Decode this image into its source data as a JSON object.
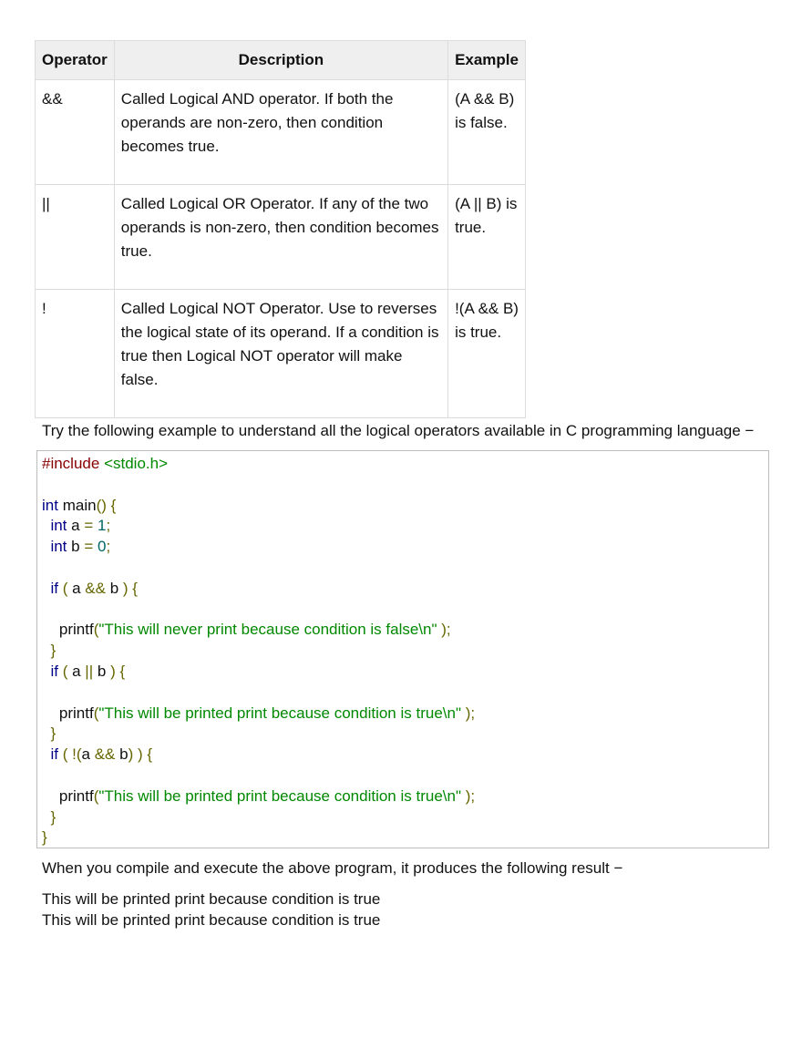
{
  "table": {
    "headers": [
      "Operator",
      "Description",
      "Example"
    ],
    "rows": [
      {
        "operator": "&&",
        "description": "Called Logical AND operator. If both the operands are non-zero, then condition becomes true.",
        "example": "(A && B) is false."
      },
      {
        "operator": "||",
        "description": "Called Logical OR Operator. If any of the two operands is non-zero, then condition becomes true.",
        "example": "(A || B) is true."
      },
      {
        "operator": "!",
        "description": "Called Logical NOT Operator. Use to reverses the logical state of its operand. If a condition is true then Logical NOT operator will make false.",
        "example": "!(A && B) is true."
      }
    ]
  },
  "intro_text": "Try the following example to understand all the logical operators available in C programming language −",
  "code": {
    "include_directive": "#include",
    "include_header": "<stdio.h>",
    "type_int": "int",
    "main_name": "main",
    "var_a": "a",
    "var_b": "b",
    "val_1": "1",
    "val_0": "0",
    "kw_if": "if",
    "fn_printf": "printf",
    "str_never": "\"This will never print because condition is false\\n\"",
    "str_printed": "\"This will be printed print because condition is true\\n\""
  },
  "result_text": "When you compile and execute the above program, it produces the following result −",
  "output_lines": [
    "This will be printed print because condition is true",
    "This will be printed print because condition is true"
  ]
}
